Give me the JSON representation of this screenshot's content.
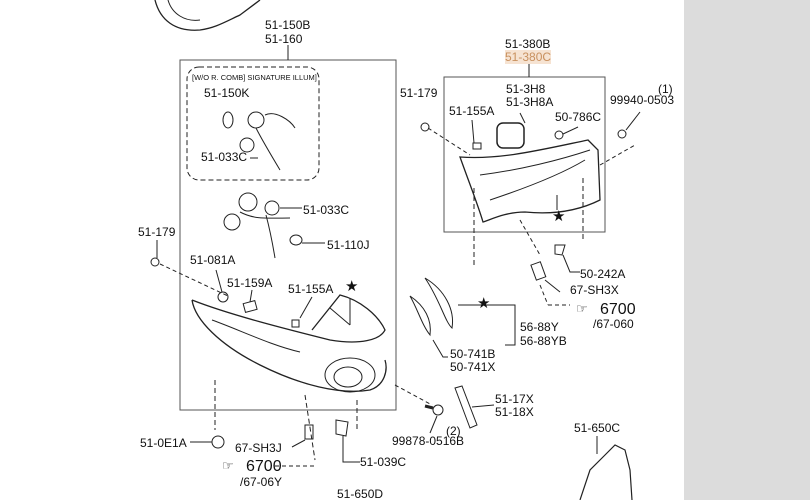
{
  "diagram": {
    "left_group": {
      "callout": [
        "51-150B",
        "51-160"
      ],
      "inset_caption": "[W/O R. COMB] SIGNATURE ILLUM]",
      "inset_parts": [
        "51-150K",
        "51-033C"
      ],
      "parts": [
        "51-033C",
        "51-110J",
        "51-081A",
        "51-159A",
        "51-155A"
      ],
      "outside_parts": [
        "51-179",
        "51-0E1A",
        "67-SH3J",
        "51-039C",
        "51-650D"
      ],
      "ref": {
        "number": "6700",
        "sub": "/67-06Y"
      }
    },
    "right_group": {
      "callout": [
        "51-380B",
        "51-380C"
      ],
      "callout_highlight_color": "#c8905e",
      "parts": [
        "51-3H8",
        "51-3H8A",
        "51-155A",
        "50-786C"
      ],
      "outside_parts": [
        "51-179",
        "99940-0503",
        "50-242A",
        "67-SH3X"
      ],
      "qty_99940": "(1)",
      "ref": {
        "number": "6700",
        "sub": "/67-060"
      }
    },
    "middle": {
      "garnish": [
        "56-88Y",
        "56-88YB"
      ],
      "cover": [
        "50-741B",
        "50-741X"
      ],
      "lens": [
        "51-17X",
        "51-18X"
      ],
      "screw": "99878-0516B",
      "qty_screw": "(2)"
    },
    "bottom_right": "51-650C",
    "star_symbol": "★"
  }
}
